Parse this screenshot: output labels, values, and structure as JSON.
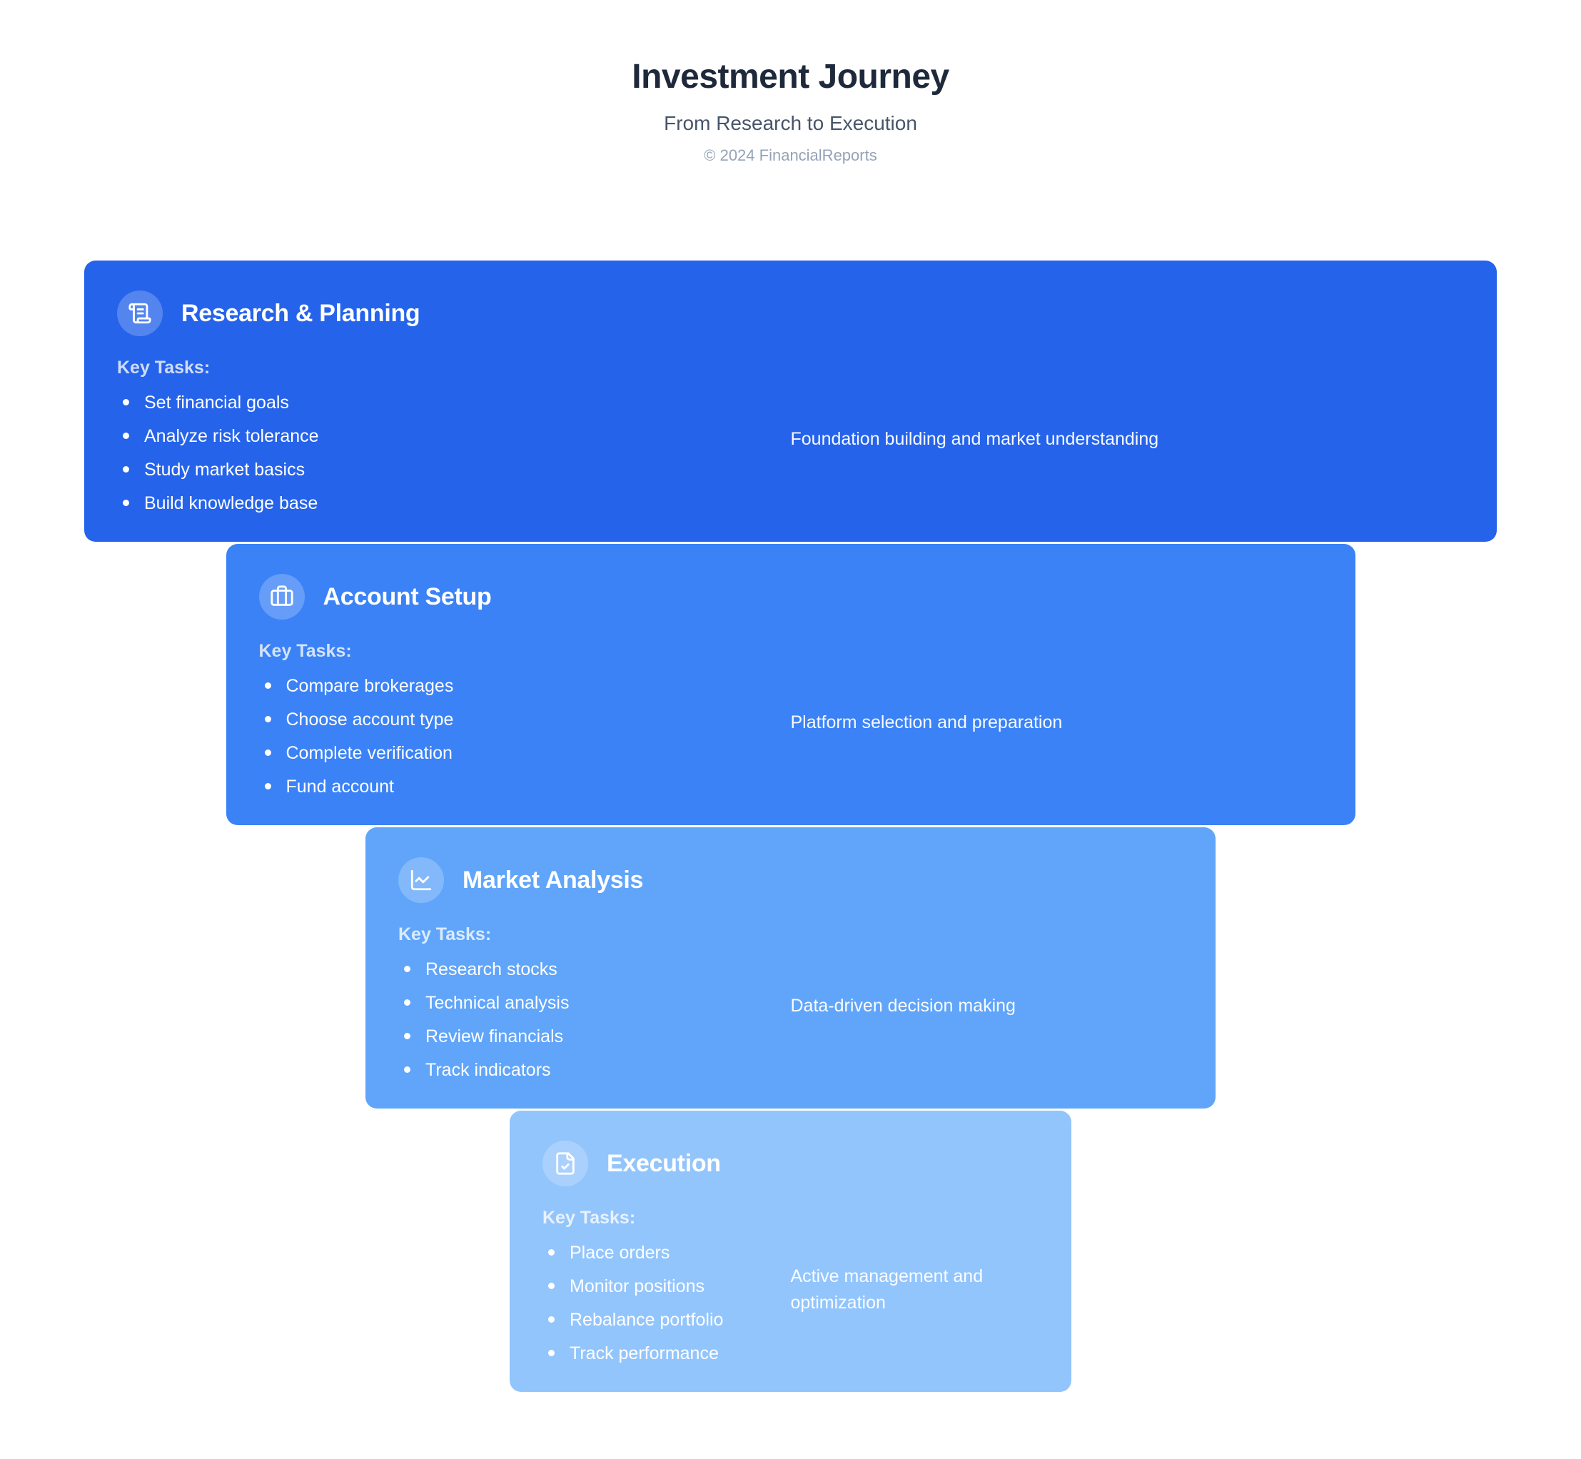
{
  "header": {
    "title": "Investment Journey",
    "subtitle": "From Research to Execution",
    "copyright": "© 2024 FinancialReports"
  },
  "funnel": {
    "stages": [
      {
        "title": "Research & Planning",
        "icon": "scroll-text-icon",
        "color": "#2563eb",
        "key_tasks_label": "Key Tasks:",
        "tasks": [
          "Set financial goals",
          "Analyze risk tolerance",
          "Study market basics",
          "Build knowledge base"
        ],
        "description": "Foundation building and market understanding"
      },
      {
        "title": "Account Setup",
        "icon": "briefcase-icon",
        "color": "#3b82f6",
        "key_tasks_label": "Key Tasks:",
        "tasks": [
          "Compare brokerages",
          "Choose account type",
          "Complete verification",
          "Fund account"
        ],
        "description": "Platform selection and preparation"
      },
      {
        "title": "Market Analysis",
        "icon": "chart-line-icon",
        "color": "#60a5fa",
        "key_tasks_label": "Key Tasks:",
        "tasks": [
          "Research stocks",
          "Technical analysis",
          "Review financials",
          "Track indicators"
        ],
        "description": "Data-driven decision making"
      },
      {
        "title": "Execution",
        "icon": "file-check-icon",
        "color": "#93c5fd",
        "key_tasks_label": "Key Tasks:",
        "tasks": [
          "Place orders",
          "Monitor positions",
          "Rebalance portfolio",
          "Track performance"
        ],
        "description": "Active management and optimization"
      }
    ]
  }
}
